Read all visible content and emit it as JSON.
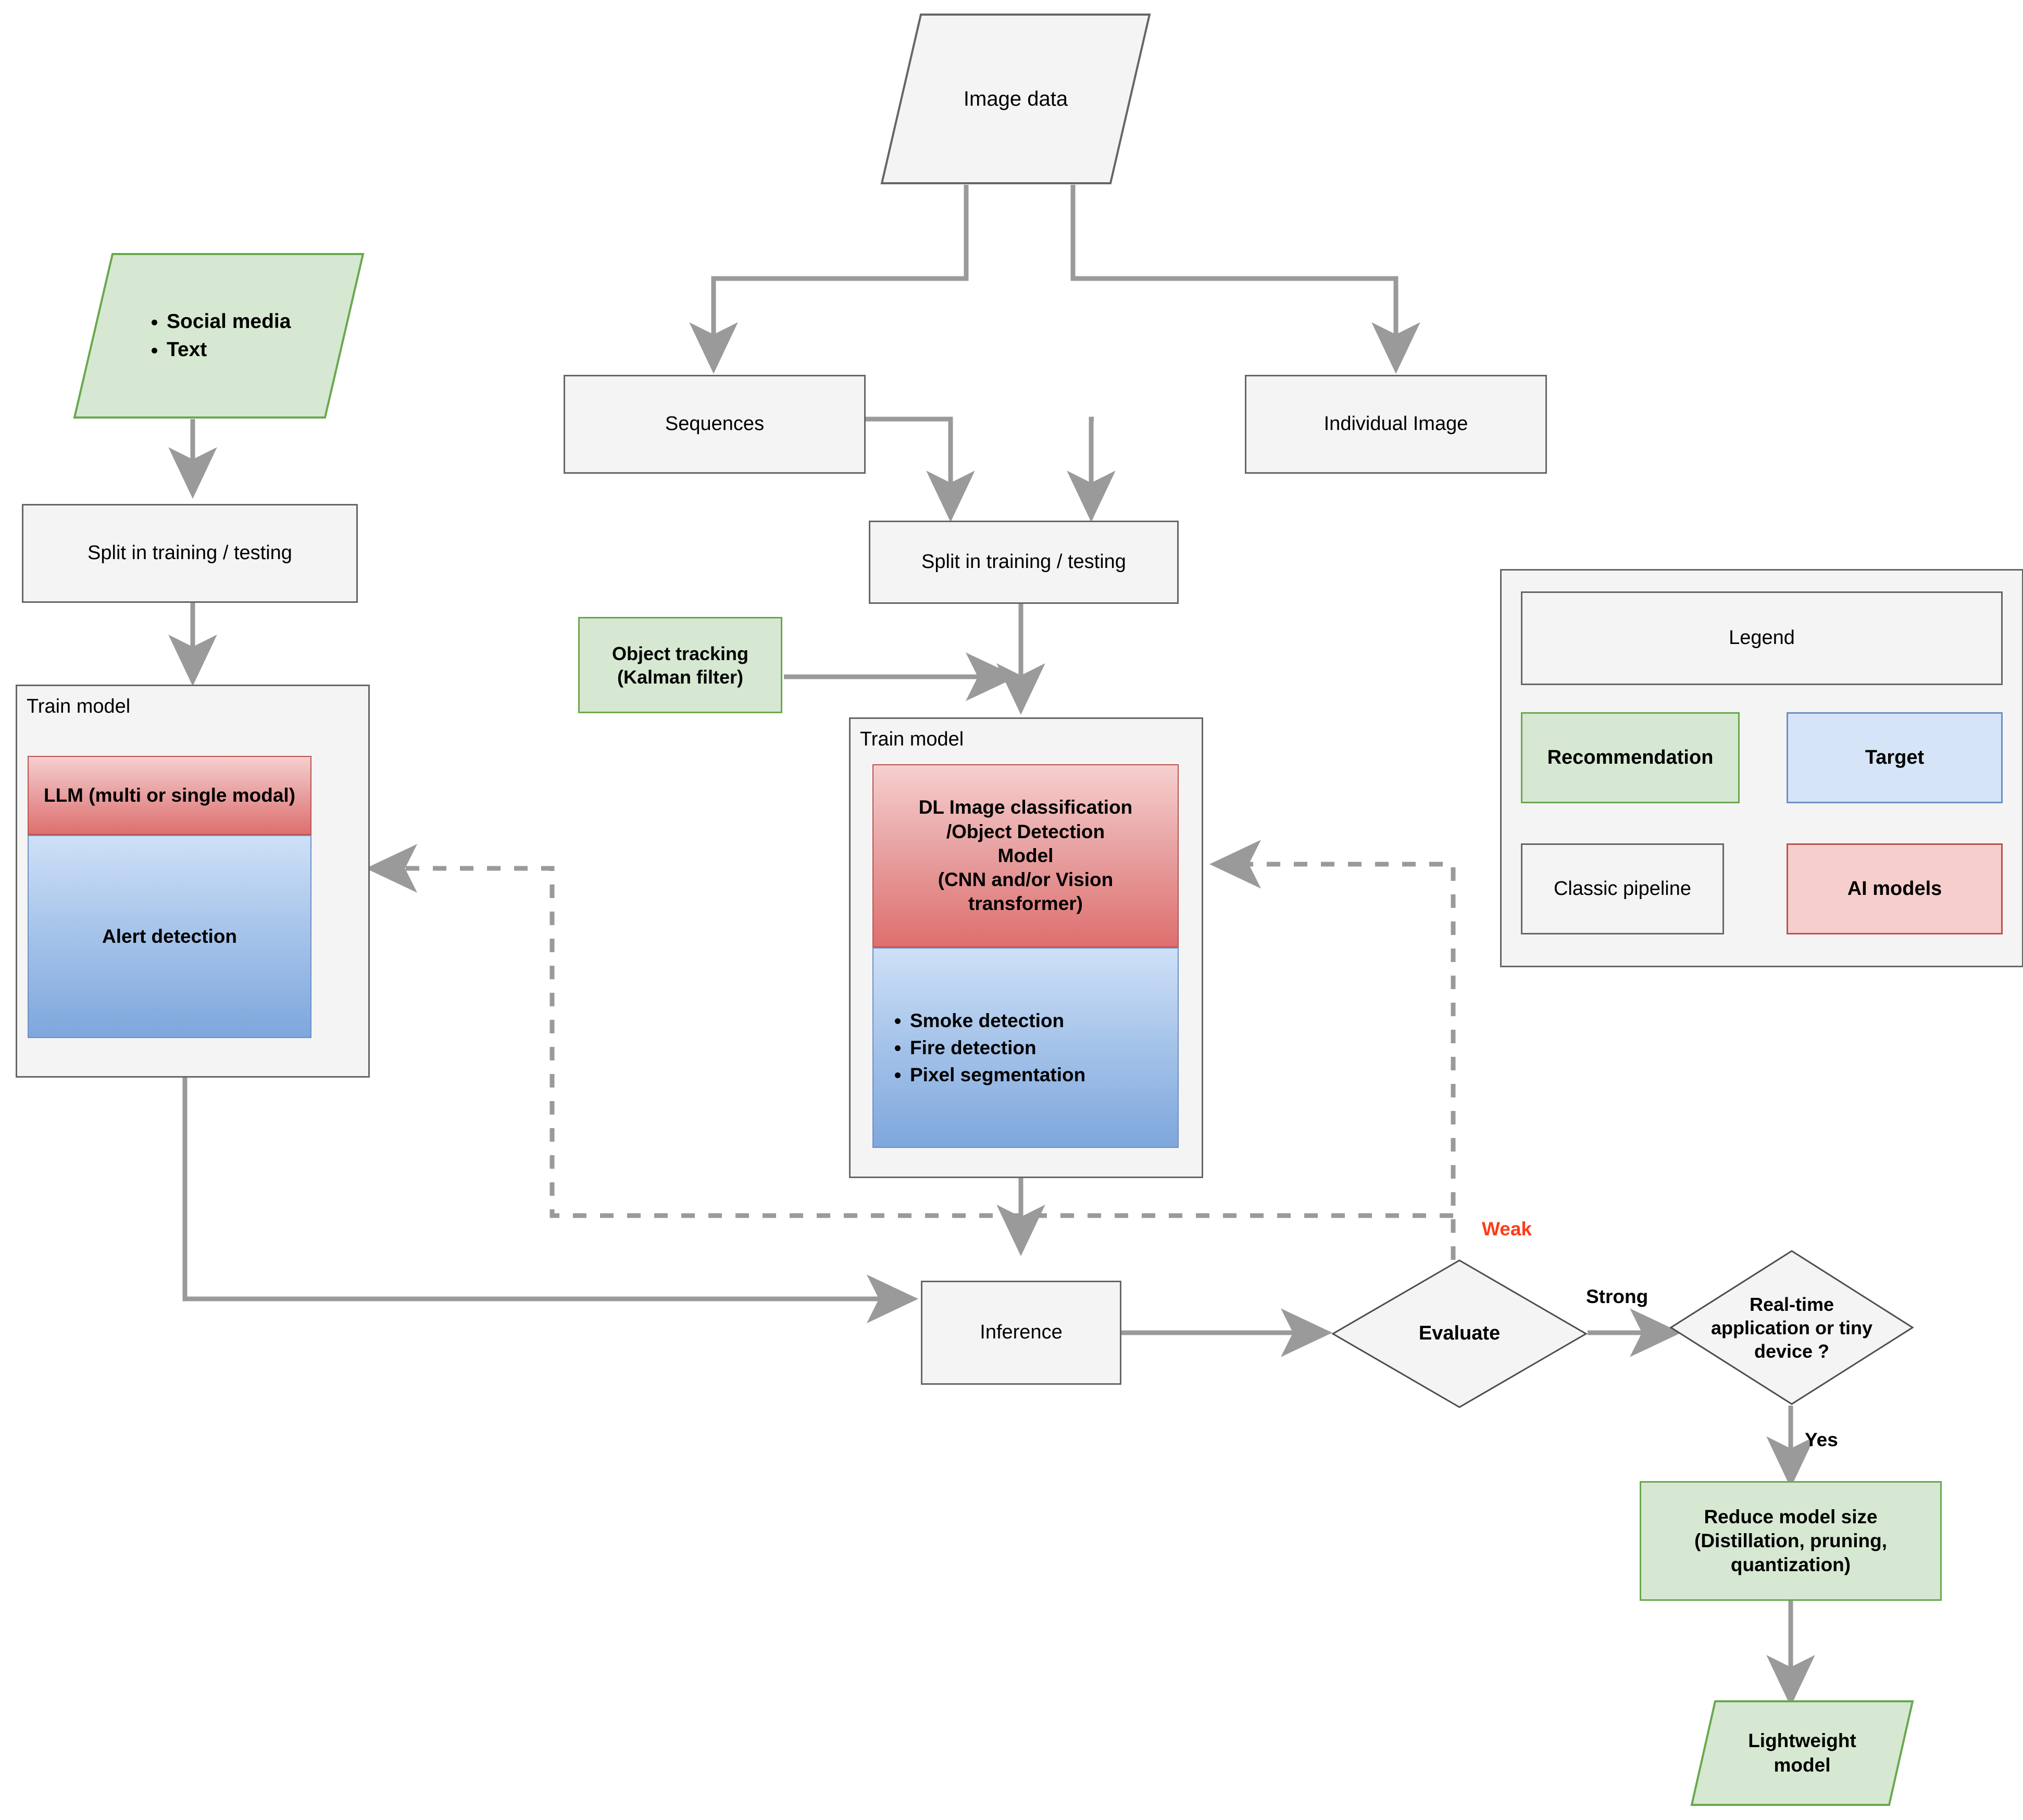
{
  "diagram": {
    "title": "Wildfire detection AI pipeline flowchart",
    "colors": {
      "edge": "#9a9a9a",
      "node_fill": "#f4f4f4",
      "node_stroke": "#666666",
      "recommendation_fill": "#d6e8d1",
      "recommendation_stroke": "#6aa84f",
      "target_fill": "#d6e4f7",
      "target_stroke": "#6d8fc4",
      "ai_fill": "#f6cecc",
      "ai_stroke": "#b85450",
      "weak_label": "#ff3b18"
    }
  },
  "nodes": {
    "image_data": {
      "label": "Image data"
    },
    "social_text": {
      "items": [
        "Social media",
        "Text"
      ]
    },
    "split_left": {
      "label": "Split in training / testing"
    },
    "sequences": {
      "label": "Sequences"
    },
    "individual_image": {
      "label": "Individual Image"
    },
    "split_center": {
      "label": "Split in training / testing"
    },
    "object_tracking": {
      "line1": "Object tracking",
      "line2": "(Kalman filter)"
    },
    "train_model_left": {
      "title": "Train model",
      "model_label": "LLM (multi or single modal)",
      "task_label": "Alert detection"
    },
    "train_model_center": {
      "title": "Train model",
      "model_label": "DL Image classification /Object Detection Model\n(CNN and/or Vision transformer)",
      "model_lines": [
        "DL Image classification",
        "/Object Detection",
        "Model",
        "(CNN and/or Vision",
        "transformer)"
      ],
      "tasks": [
        "Smoke detection",
        "Fire detection",
        "Pixel segmentation"
      ]
    },
    "inference": {
      "label": "Inference"
    },
    "evaluate": {
      "label": "Evaluate"
    },
    "realtime_decision": {
      "lines": [
        "Real-time",
        "application or tiny",
        "device ?"
      ]
    },
    "reduce_model_size": {
      "lines": [
        "Reduce model size",
        "(Distillation, pruning,",
        "quantization)"
      ]
    },
    "lightweight_model": {
      "lines": [
        "Lightweight",
        "model"
      ]
    }
  },
  "edge_labels": {
    "weak": "Weak",
    "strong": "Strong",
    "yes": "Yes"
  },
  "legend": {
    "title": "Legend",
    "items": [
      {
        "label": "Recommendation",
        "kind": "recommendation"
      },
      {
        "label": "Target",
        "kind": "target"
      },
      {
        "label": "Classic pipeline",
        "kind": "classic"
      },
      {
        "label": "AI models",
        "kind": "ai"
      }
    ]
  }
}
